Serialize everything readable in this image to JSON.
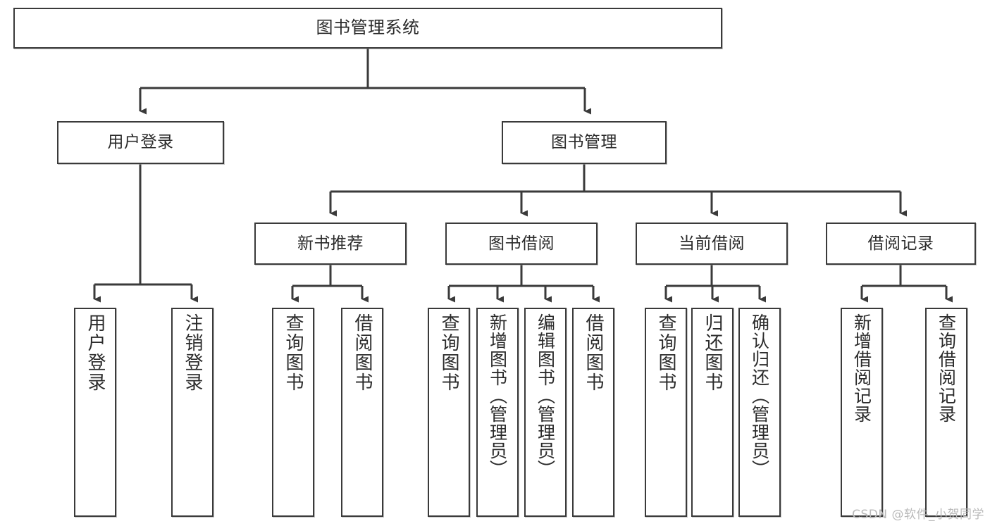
{
  "diagram": {
    "title": "图书管理系统",
    "watermark": "CSDN @软件_小贺同学",
    "line_color": "#3a3a3a",
    "box_fill": "#ffffff",
    "text_color": "#2b2b2b",
    "levels": {
      "root": "图书管理系统",
      "level1": [
        "用户登录",
        "图书管理"
      ],
      "level2": [
        "新书推荐",
        "图书借阅",
        "当前借阅",
        "借阅记录"
      ]
    },
    "nodes": {
      "root": {
        "label": "图书管理系统"
      },
      "user_login": {
        "label": "用户登录"
      },
      "book_manage": {
        "label": "图书管理"
      },
      "new_book_rec": {
        "label": "新书推荐"
      },
      "book_borrow": {
        "label": "图书借阅"
      },
      "current_borrow": {
        "label": "当前借阅"
      },
      "borrow_record": {
        "label": "借阅记录"
      },
      "leaf_user_login": {
        "label": "用户登录"
      },
      "leaf_user_logout": {
        "label": "注销登录"
      },
      "leaf_rec_query": {
        "label": "查询图书"
      },
      "leaf_rec_borrow": {
        "label": "借阅图书"
      },
      "leaf_bb_query": {
        "label": "查询图书"
      },
      "leaf_bb_add": {
        "label": "新增图书（管理员）"
      },
      "leaf_bb_edit": {
        "label": "编辑图书（管理员）"
      },
      "leaf_bb_borrow": {
        "label": "借阅图书"
      },
      "leaf_cb_query": {
        "label": "查询图书"
      },
      "leaf_cb_return": {
        "label": "归还图书"
      },
      "leaf_cb_confirm": {
        "label": "确认归还（管理员）"
      },
      "leaf_br_add": {
        "label": "新增借阅记录"
      },
      "leaf_br_query": {
        "label": "查询借阅记录"
      }
    }
  }
}
